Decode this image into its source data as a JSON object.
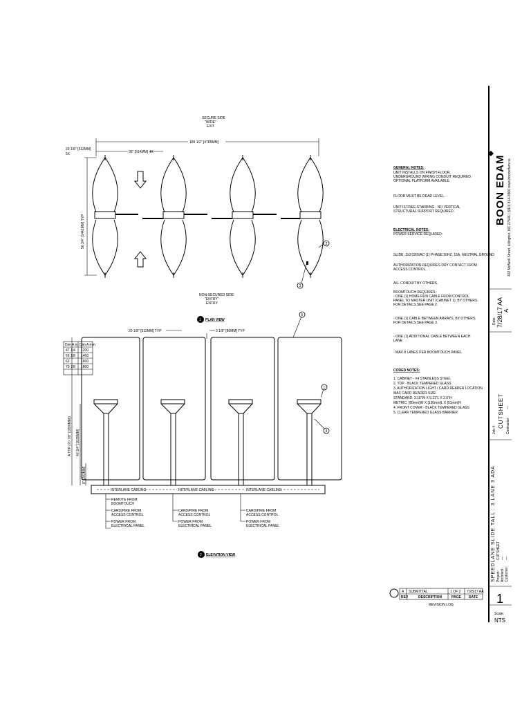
{
  "plan": {
    "top_label_lines": [
      "SECURE SIDE",
      "\"WIDE\"",
      "EXIT"
    ],
    "dim_overall": "189 1/2\" [4785MM]",
    "dim_glass": "20 1/8\" [512MM]",
    "dim_glass_sub": "5X",
    "dim_lane": "36\" [914MM] 4X",
    "dim_height": "56 3/4\" [1442MM] TYP",
    "bottom_label_lines": [
      "NON-SECURED SIDE",
      "\"ENTRY\"",
      "ENTRY"
    ],
    "callouts": [
      "2",
      "3"
    ],
    "view_title": "PLAN VIEW",
    "view_number": "1"
  },
  "elevation": {
    "dim_typ": "20 1/8\" [512MM] TYP",
    "dim_gap": "3 1/8\" [80MM] TYP",
    "dim_a": "A TYP (70 7/8\" [1800MM])",
    "dim_40": "40 3/4\" [1035MM]",
    "dim_8": "8\" [203MM]",
    "table": {
      "headers": [
        "Dim A in",
        "Dim A mm"
      ],
      "rows": [
        [
          "47 1/4",
          "1200"
        ],
        [
          "55 1/8",
          "1400"
        ],
        [
          "63",
          "1600"
        ],
        [
          "70 7/8",
          "1800"
        ]
      ]
    },
    "cabling_label": "INTERLANE CABLING",
    "notes_left": [
      "REMOTE FROM",
      "BOOMTOUCH",
      "CARD/PIRE FROM",
      "ACCESS CONTROL",
      "POWER FROM",
      "ELECTRICAL PANEL"
    ],
    "notes_mid": [
      "CARD/PIRE FROM",
      "ACCESS CONTROL",
      "POWER FROM",
      "ELECTRICAL PANEL"
    ],
    "notes_right": [
      "CARD/PIRE FROM",
      "ACCESS CONTROL",
      "POWER FROM",
      "ELECTRICAL PANEL"
    ],
    "callouts": [
      "5",
      "1",
      "4"
    ],
    "view_title": "ELEVATION VIEW",
    "view_number": "2"
  },
  "notes": {
    "general_title": "GENERAL NOTES:",
    "general": [
      "UNIT INSTALLS ON FINISH FLOOR.",
      "UNDERGROUND WIRING CONDUIT REQUIRED.",
      "OPTIONAL PLATFORM AVAILABLE.",
      "",
      "FLOOR MUST BE DEAD LEVEL.",
      "",
      "UNIT IS FREE STANDING - NO VERTICAL",
      "STRUCTURAL SUPPORT REQUIRED."
    ],
    "electrical_title": "ELECTRICAL NOTES:",
    "electrical": [
      "POWER SERVICE REQUIRED:",
      "",
      "",
      "SLIDE: 110-220VAC (1) PHASE 50HZ, 15A, NEUTRAL GROUND",
      "",
      "AUTHORIZATION REQUIRES DRY CONTACT FROM",
      "ACCESS CONTROL.",
      "",
      "ALL CONDUIT BY OTHERS.",
      "",
      "BOOMTOUCH REQUIRES:",
      "- ONE (1) HOME RUN CABLE FROM CONTROL",
      "PANEL TO MASTER UNIT (CABINET 1). BY OTHERS.",
      "FOR DETAILS SEE PAGE 2.",
      "",
      "- ONE (1) CABLE BETWEEN ARRAYS, BY OTHERS.",
      "FOR DETAILS SEE PAGE 3.",
      "",
      "- ONE (1) ADDITIONAL CABLE BETWEEN EACH",
      "LANE",
      "",
      "- MAX 8 LANES PER BOOMTOUCH PANEL"
    ],
    "coded_title": "CODED NOTES:",
    "coded": [
      "1. CABINET - #4 STAINLESS STEEL",
      "2. TOP - BLACK TEMPERED GLASS",
      "3. AUTHORIZATION LIGHT / CARD READER LOCATION",
      "   MAX CARD READER SIZE:",
      "   STANDARD: 3.15\"W X 5.11\"L X 2.0\"H",
      "   METRIC: [80mm]W X [130mm]L X [51mm]H",
      "4. FRONT COVER - BLACK TEMPERED GLASS",
      "5. CLEAR TEMPERED GLASS BARRIER"
    ]
  },
  "revision": {
    "row": [
      "A",
      "SUBMITTAL",
      "1 OF 2",
      "7/28/17 AA"
    ],
    "headers": [
      "REV",
      "DESCRIPTION",
      "PAGE",
      "DATE"
    ],
    "caption": "REVISION LOG"
  },
  "titleblock": {
    "brand": "BOON EDAM",
    "address": "402 McNeill Street, Lillington, NC 27546 | (910) 814-3800  www.boonedam.us",
    "date_label": "Date:",
    "date": "7/28/17 AA",
    "rev": "A",
    "job_label": "Job #:",
    "job": "CUTSHEET",
    "contractor_label": "Contractor:",
    "contractor": "—",
    "product": "SPEEDLANE SLIDE TALL : 3 LANE 3 ADA",
    "project_label": "Project:",
    "project": "CUTSHEET",
    "architect_label": "Architect:",
    "architect": "—",
    "customer_label": "Customer:",
    "customer": "—",
    "page_number": "1",
    "scale_label": "Scale:",
    "scale": "NTS"
  }
}
